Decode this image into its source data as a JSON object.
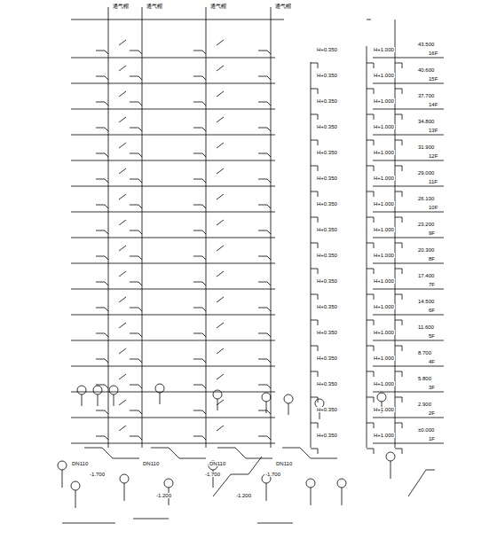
{
  "diagram": {
    "labels": [
      "16F",
      "15F",
      "14F",
      "13F",
      "12F",
      "11F",
      "10F",
      "9F",
      "8F",
      "7F",
      "6F",
      "5F",
      "4F",
      "3F",
      "2F",
      "1F",
      "43.500",
      "40.600",
      "37.700",
      "34.800",
      "31.900",
      "29.000",
      "26.100",
      "23.200",
      "20.300",
      "17.400",
      "14.500",
      "11.600",
      "8.700",
      "5.800",
      "2.900",
      "±0.000",
      "H+1.000",
      "H+1.000",
      "H+1.000",
      "H+1.000",
      "H+1.000",
      "H+1.000",
      "H+1.000",
      "H+1.000",
      "H+1.000",
      "H+1.000",
      "H+1.000",
      "H+1.000",
      "H+1.000",
      "H+1.000",
      "H+1.000",
      "H+1.000",
      "H+0.350",
      "H+0.350",
      "H+0.350",
      "H+0.350",
      "H+0.350",
      "H+0.350",
      "H+0.350",
      "H+0.350",
      "H+0.350",
      "H+0.350",
      "H+0.350",
      "H+0.350",
      "H+0.350",
      "H+0.350",
      "H+0.350",
      "H+0.350",
      "通气帽",
      "通气帽",
      "通气帽",
      "通气帽",
      "DN110",
      "DN110",
      "DN110",
      "DN110",
      "-1.700",
      "-1.700",
      "-1.700",
      "-1.200",
      "-1.200"
    ]
  }
}
